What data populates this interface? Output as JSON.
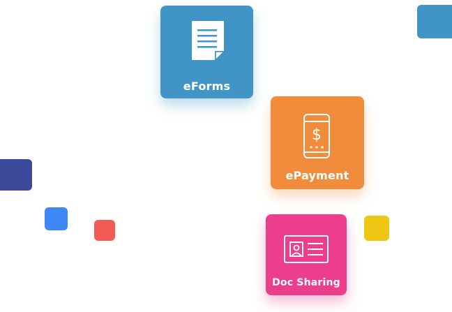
{
  "tiles": {
    "eforms": {
      "label": "eForms",
      "color": "#4095c6",
      "icon": "document-icon"
    },
    "epayment": {
      "label": "ePayment",
      "color": "#f08c3b",
      "icon": "mobile-payment-icon"
    },
    "docsharing": {
      "label": "Doc Sharing",
      "color": "#ec3e8c",
      "icon": "id-card-icon"
    }
  },
  "decor": {
    "blue_top": "#4095c6",
    "navy": "#3c4a9b",
    "royal": "#3f86f7",
    "red": "#f25a56",
    "yellow": "#eec614"
  }
}
